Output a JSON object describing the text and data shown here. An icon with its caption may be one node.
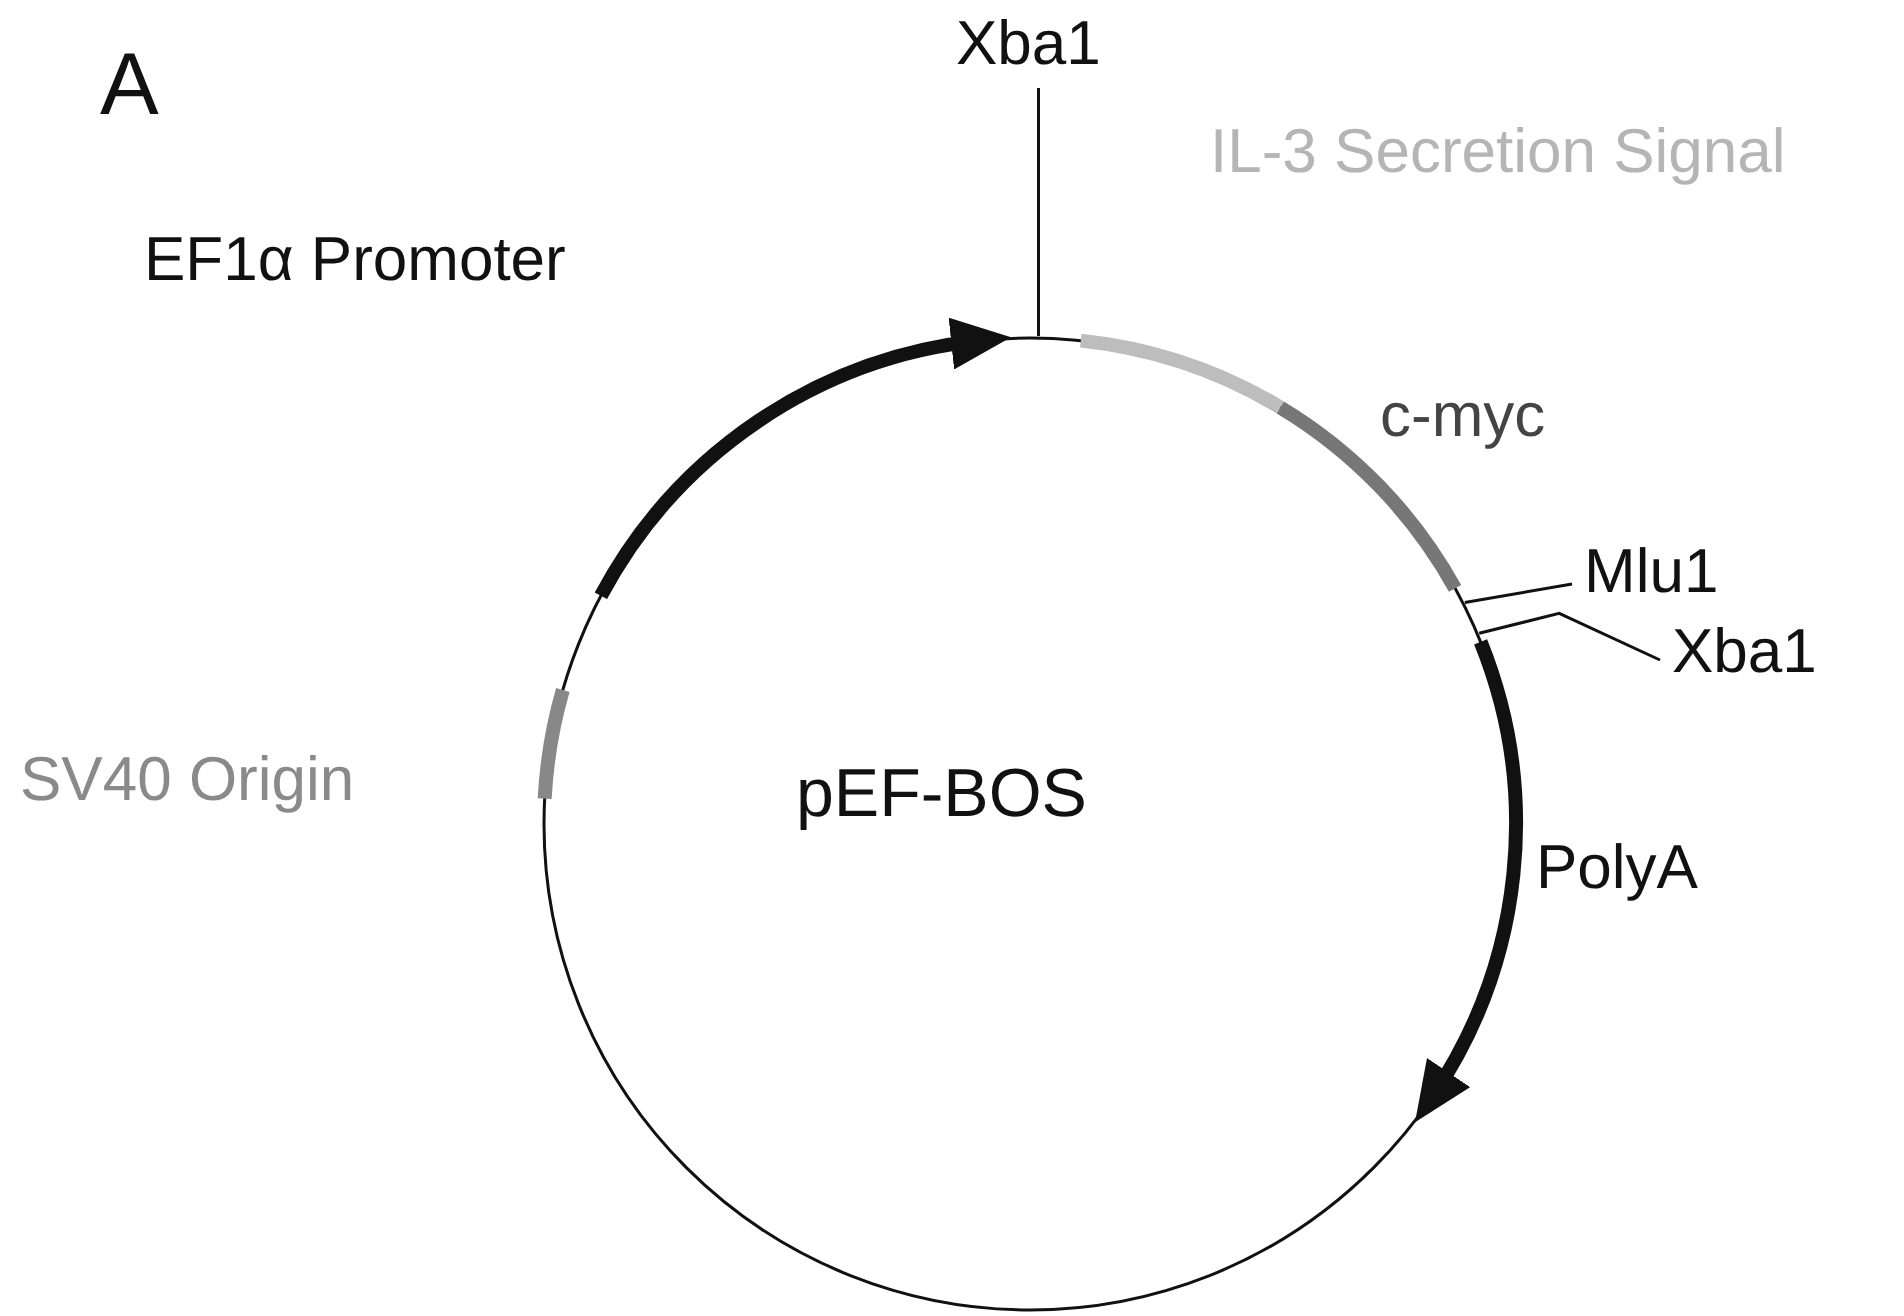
{
  "diagram": {
    "nodes": [
      {
        "text": [
          "Xba1"
        ]
      },
      {
        "text": [
          "Mlu1"
        ]
      },
      {
        "text": [
          "Xba1"
        ]
      }
    ],
    "edges": [
      {
        "from": 0,
        "to": null,
        "arrow": "none"
      },
      {
        "from": 1,
        "to": null,
        "arrow": "none"
      },
      {
        "from": 2,
        "to": null,
        "arrow": "none"
      }
    ],
    "labels": [
      "A",
      "EF1α Promoter",
      "IL-3 Secretion Signal",
      "c-myc",
      "SV40 Origin",
      "pEF-BOS",
      "PolyA"
    ]
  }
}
